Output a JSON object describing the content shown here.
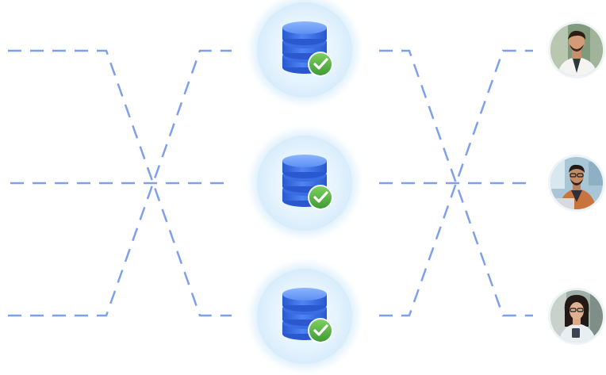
{
  "diagram": {
    "connector_color": "#7ea0ea",
    "database_nodes": [
      {
        "id": "db-1",
        "status": "verified",
        "icon": "database-icon",
        "badge_icon": "check-icon"
      },
      {
        "id": "db-2",
        "status": "verified",
        "icon": "database-icon",
        "badge_icon": "check-icon"
      },
      {
        "id": "db-3",
        "status": "verified",
        "icon": "database-icon",
        "badge_icon": "check-icon"
      }
    ],
    "user_nodes": [
      {
        "id": "user-1",
        "icon": "user-avatar-icon"
      },
      {
        "id": "user-2",
        "icon": "user-avatar-icon"
      },
      {
        "id": "user-3",
        "icon": "user-avatar-icon"
      }
    ],
    "colors": {
      "node_halo": "#e6f4fd",
      "node_glow": "#cfe9fb",
      "db_blue": "#2f66e0",
      "db_blue_light": "#5b8ff5",
      "db_blue_top": "#7aa7ff",
      "check_green": "#58b548",
      "check_green_dark": "#3f9a35"
    }
  }
}
